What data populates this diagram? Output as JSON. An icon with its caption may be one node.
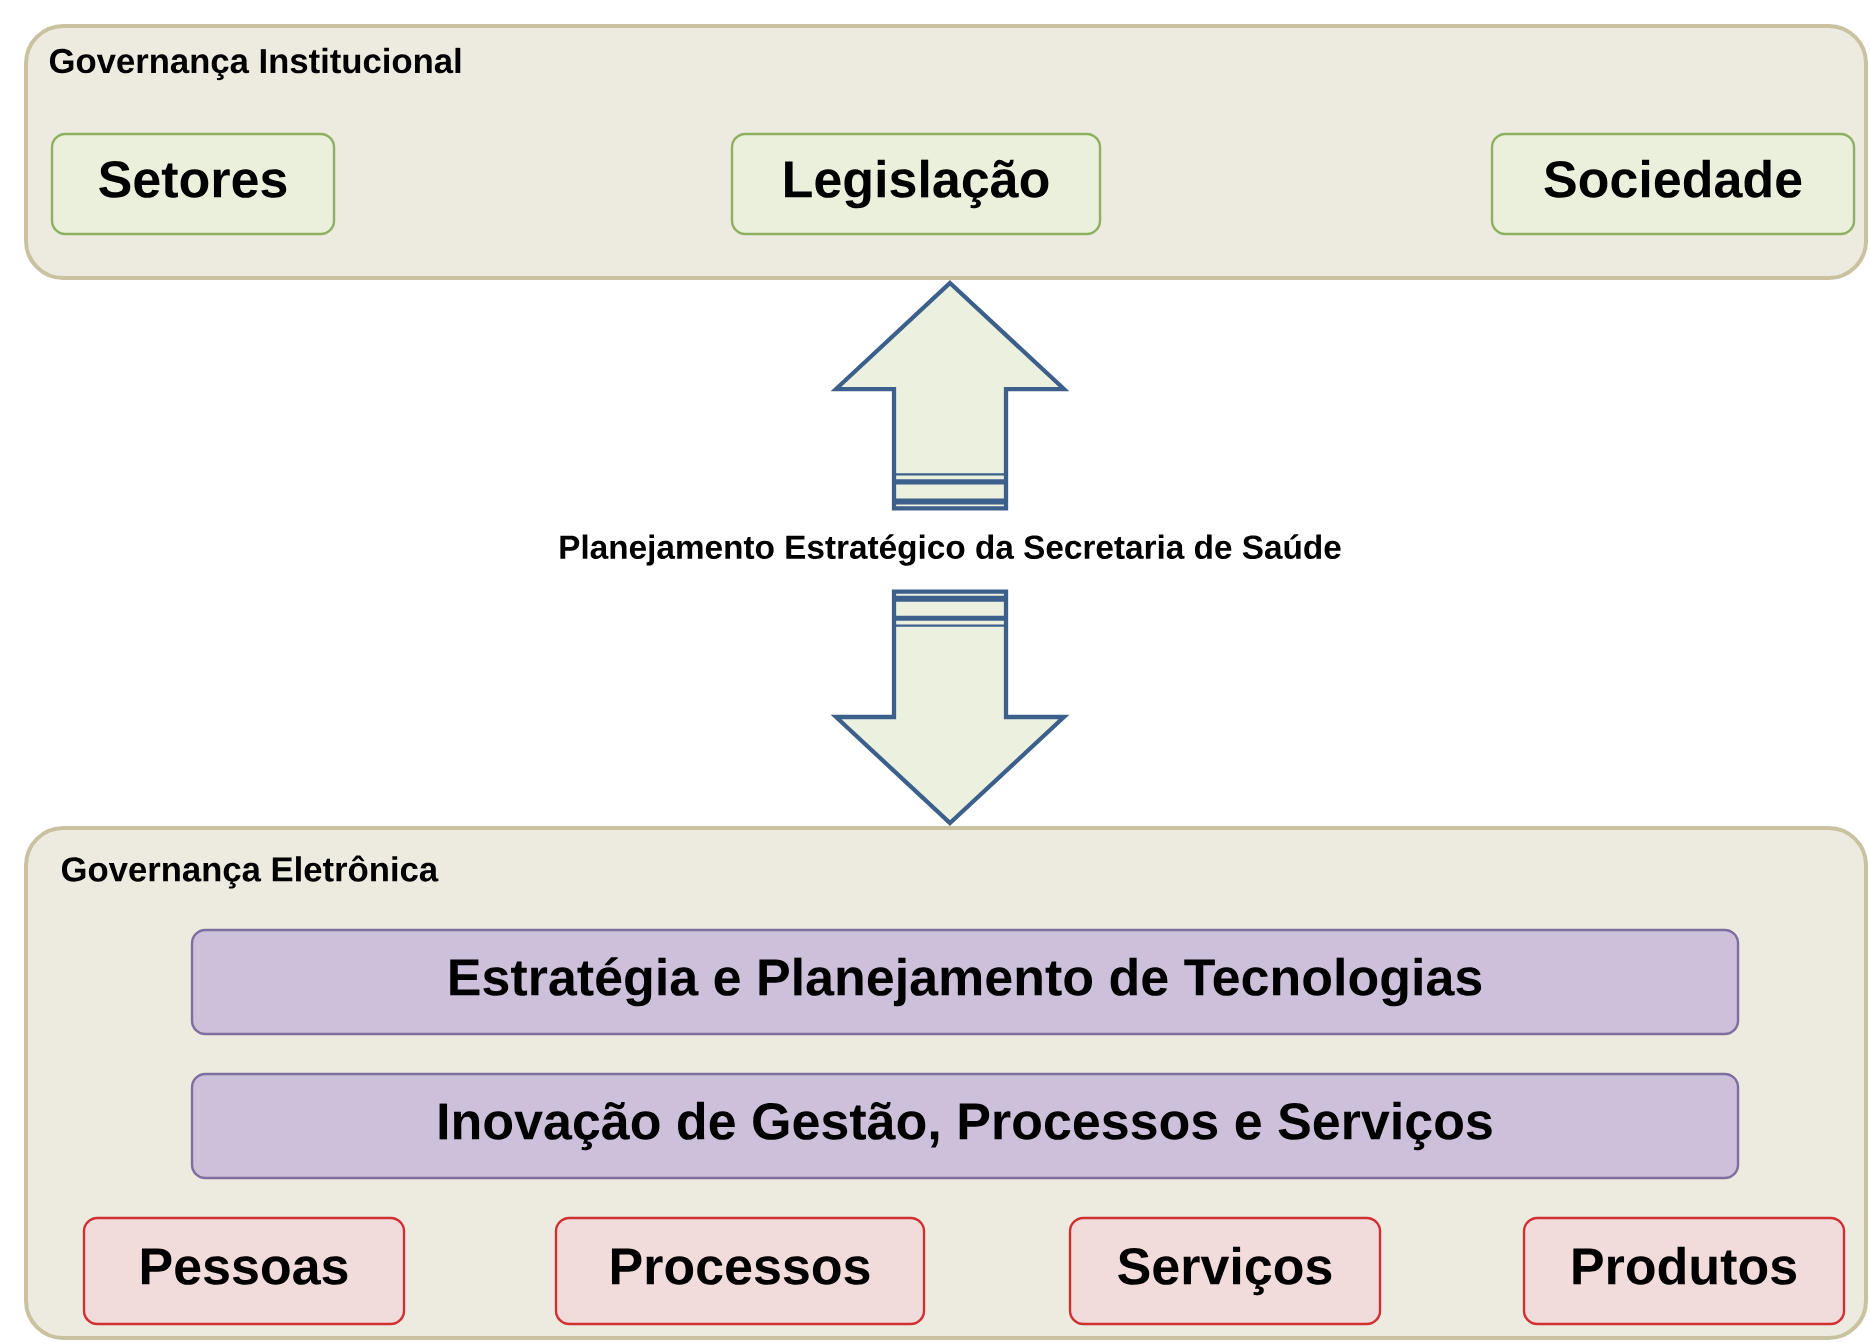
{
  "diagram": {
    "nodes": [
      {
        "text": [
          "Governança Institucional"
        ]
      },
      {
        "text": [
          "Setores"
        ],
        "in": 0
      },
      {
        "text": [
          "Legislação"
        ],
        "in": 0
      },
      {
        "text": [
          "Sociedade"
        ],
        "in": 0
      },
      {
        "text": [
          "Planejamento Estratégico da Secretaria de Saúde"
        ]
      },
      {
        "text": [
          "Governança Eletrônica"
        ]
      },
      {
        "text": [
          "Estratégia e Planejamento de Tecnologias"
        ],
        "in": 5
      },
      {
        "text": [
          "Inovação de Gestão, Processos e Serviços"
        ],
        "in": 5
      },
      {
        "text": [
          "Pessoas"
        ],
        "in": 5
      },
      {
        "text": [
          "Processos"
        ],
        "in": 5
      },
      {
        "text": [
          "Serviços"
        ],
        "in": 5
      },
      {
        "text": [
          "Produtos"
        ],
        "in": 5
      }
    ],
    "edges": [
      {
        "from": 4,
        "to": 0,
        "arrow": "to"
      },
      {
        "from": 4,
        "to": 5,
        "arrow": "to"
      }
    ]
  }
}
